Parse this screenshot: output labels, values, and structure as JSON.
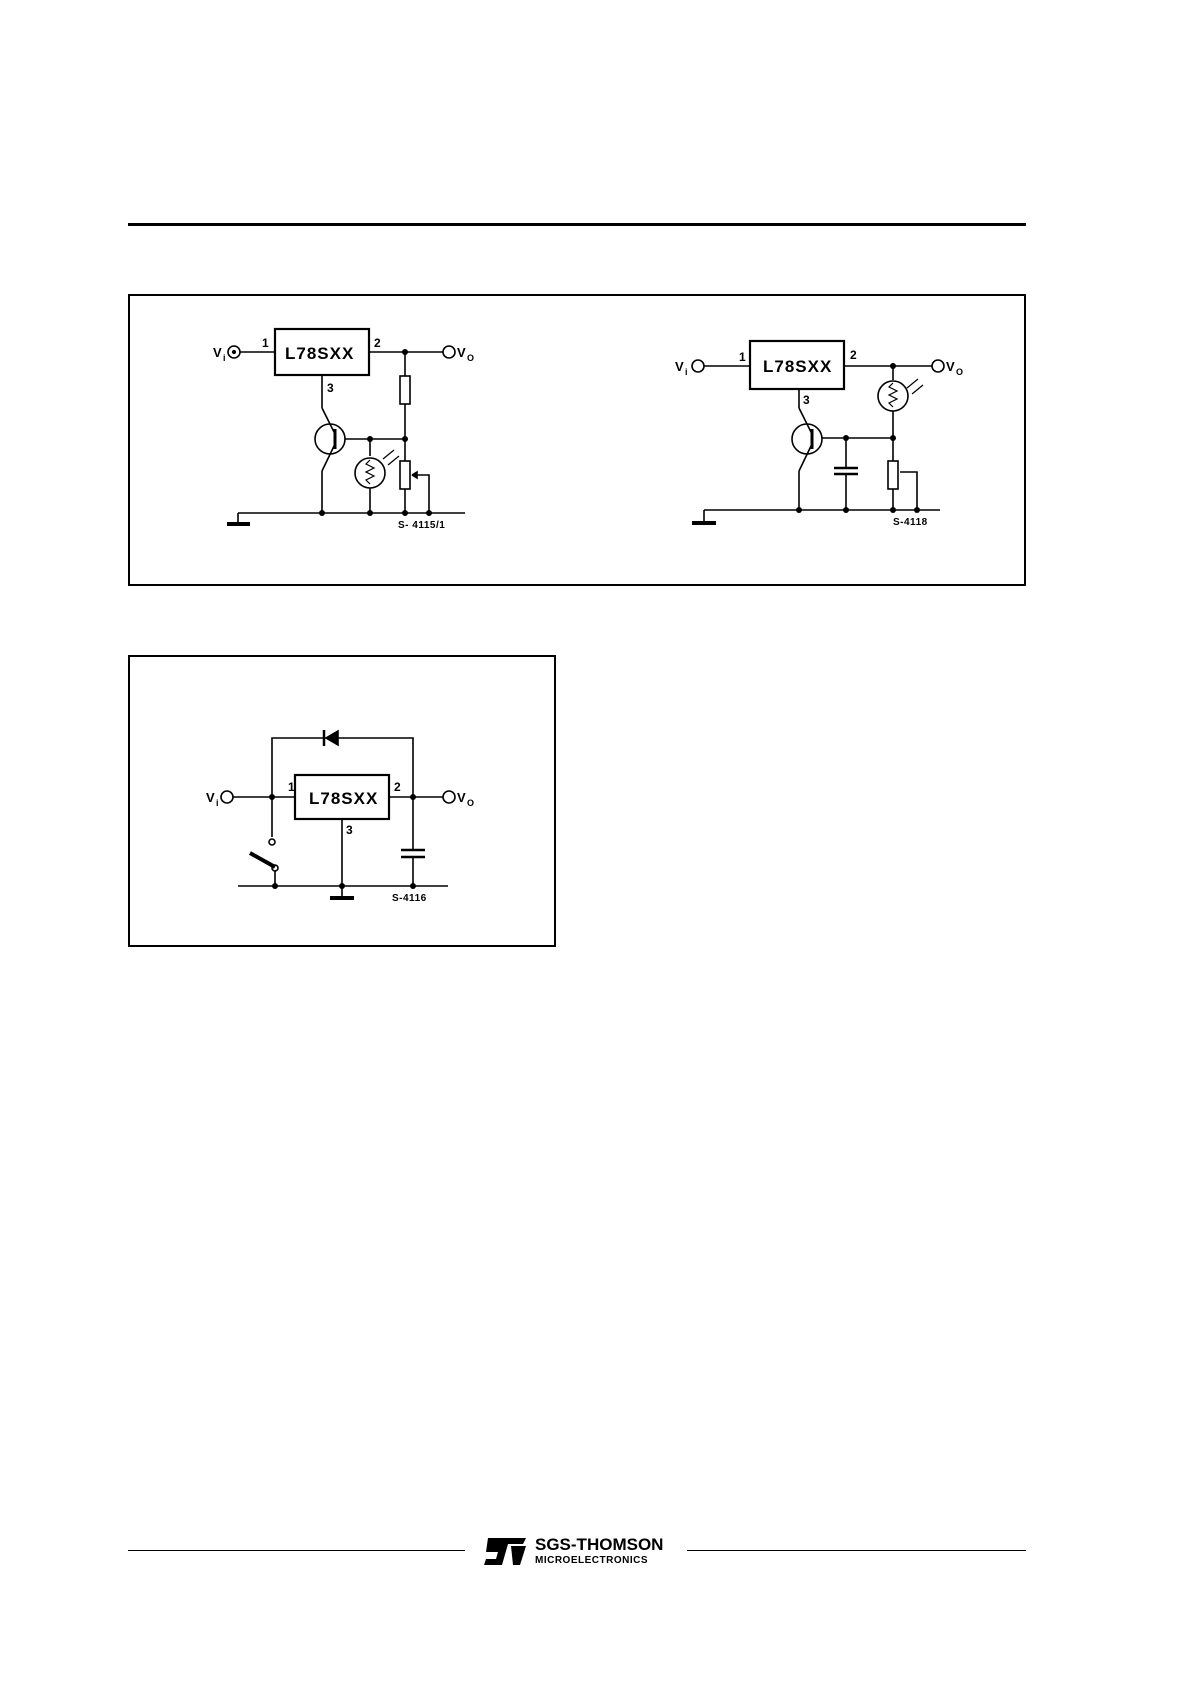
{
  "fig_a": {
    "ic_label": "L78SXX",
    "pin1": "1",
    "pin2": "2",
    "pin3": "3",
    "vin": "V",
    "vin_sub": "i",
    "vout": "V",
    "vout_sub": "O",
    "ref": "S- 4115/1"
  },
  "fig_b": {
    "ic_label": "L78SXX",
    "pin1": "1",
    "pin2": "2",
    "pin3": "3",
    "vin": "V",
    "vin_sub": "i",
    "vout": "V",
    "vout_sub": "O",
    "ref": "S-4118"
  },
  "fig_c": {
    "ic_label": "L78SXX",
    "pin1": "1",
    "pin2": "2",
    "pin3": "3",
    "vin": "V",
    "vin_sub": "i",
    "vout": "V",
    "vout_sub": "O",
    "ref": "S-4116"
  },
  "footer": {
    "brand_line1": "SGS-THOMSON",
    "brand_line2": "MICROELECTRONICS"
  }
}
